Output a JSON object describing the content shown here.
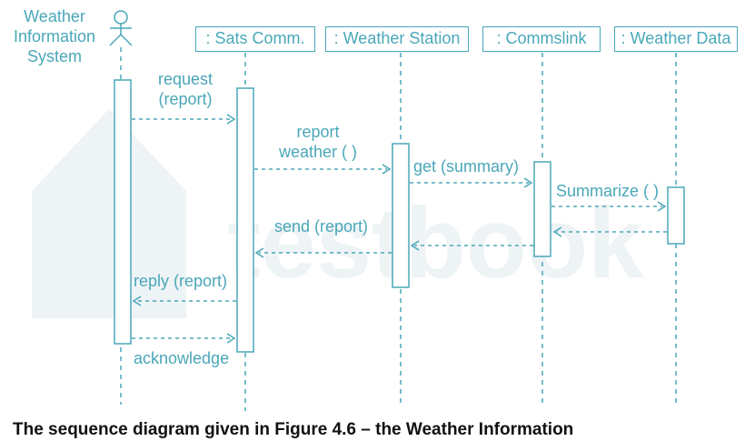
{
  "actor": {
    "name_lines": [
      "Weather",
      "Information",
      "System"
    ]
  },
  "objects": [
    ": Sats Comm.",
    ": Weather Station",
    ": Commslink",
    ": Weather Data"
  ],
  "messages": {
    "request": [
      "request",
      "(report)"
    ],
    "report_weather": [
      "report",
      "weather ( )"
    ],
    "get_summary": "get (summary)",
    "summarize": "Summarize ( )",
    "send_report": "send (report)",
    "reply_report": "reply (report)",
    "acknowledge": "acknowledge"
  },
  "watermark": "testbook",
  "caption": "The sequence diagram given in Figure 4.6 – the Weather Information",
  "colors": {
    "line": "#4aa7b9",
    "text": "#4aa7b9",
    "watermark": "#eef3f5",
    "caption": "#111111"
  }
}
